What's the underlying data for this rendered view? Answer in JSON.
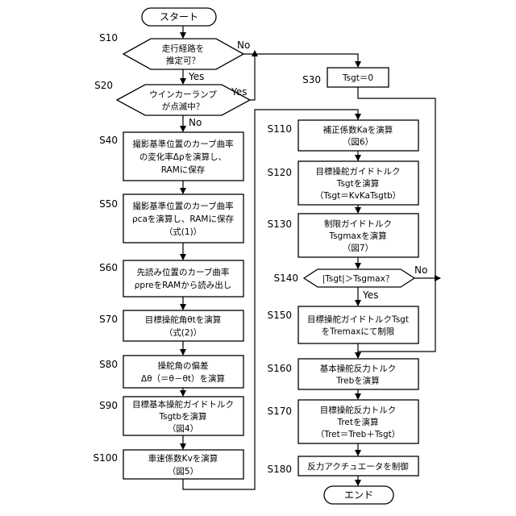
{
  "start": "スタート",
  "end": "エンド",
  "yes": "Yes",
  "no": "No",
  "steps": {
    "s10": {
      "id": "S10",
      "lines": [
        "走行経路を",
        "推定可？"
      ]
    },
    "s20": {
      "id": "S20",
      "lines": [
        "ウインカーランプ",
        "が点滅中？"
      ]
    },
    "s30": {
      "id": "S30",
      "lines": [
        "Tsgt＝0"
      ]
    },
    "s40": {
      "id": "S40",
      "lines": [
        "撮影基準位置のカーブ曲率",
        "の変化率Δρを演算し、",
        "RAMに保存"
      ]
    },
    "s50": {
      "id": "S50",
      "lines": [
        "撮影基準位置のカーブ曲率",
        "ρcaを演算し、RAMに保存",
        "（式(1)）"
      ]
    },
    "s60": {
      "id": "S60",
      "lines": [
        "先読み位置のカーブ曲率",
        "ρpreをRAMから読み出し"
      ]
    },
    "s70": {
      "id": "S70",
      "lines": [
        "目標操舵角θtを演算",
        "（式(2)）"
      ]
    },
    "s80": {
      "id": "S80",
      "lines": [
        "操舵角の偏差",
        "Δθ（＝θ－θt）を演算"
      ]
    },
    "s90": {
      "id": "S90",
      "lines": [
        "目標基本操舵ガイドトルク",
        "Tsgtbを演算",
        "（図4）"
      ]
    },
    "s100": {
      "id": "S100",
      "lines": [
        "車速係数Kvを演算",
        "（図5）"
      ]
    },
    "s110": {
      "id": "S110",
      "lines": [
        "補正係数Kaを演算",
        "（図6）"
      ]
    },
    "s120": {
      "id": "S120",
      "lines": [
        "目標操舵ガイドトルク",
        "Tsgtを演算",
        "（Tsgt＝KvKaTsgtb）"
      ]
    },
    "s130": {
      "id": "S130",
      "lines": [
        "制限ガイドトルク",
        "Tsgmaxを演算",
        "（図7）"
      ]
    },
    "s140": {
      "id": "S140",
      "lines": [
        "|Tsgt|＞Tsgmax？"
      ]
    },
    "s150": {
      "id": "S150",
      "lines": [
        "目標操舵ガイドトルクTsgt",
        "をTremaxにて制限"
      ]
    },
    "s160": {
      "id": "S160",
      "lines": [
        "基本操舵反力トルク",
        "Trebを演算"
      ]
    },
    "s170": {
      "id": "S170",
      "lines": [
        "目標操舵反力トルク",
        "Tretを演算",
        "（Tret＝Treb＋Tsgt）"
      ]
    },
    "s180": {
      "id": "S180",
      "lines": [
        "反力アクチュエータを制御"
      ]
    }
  }
}
